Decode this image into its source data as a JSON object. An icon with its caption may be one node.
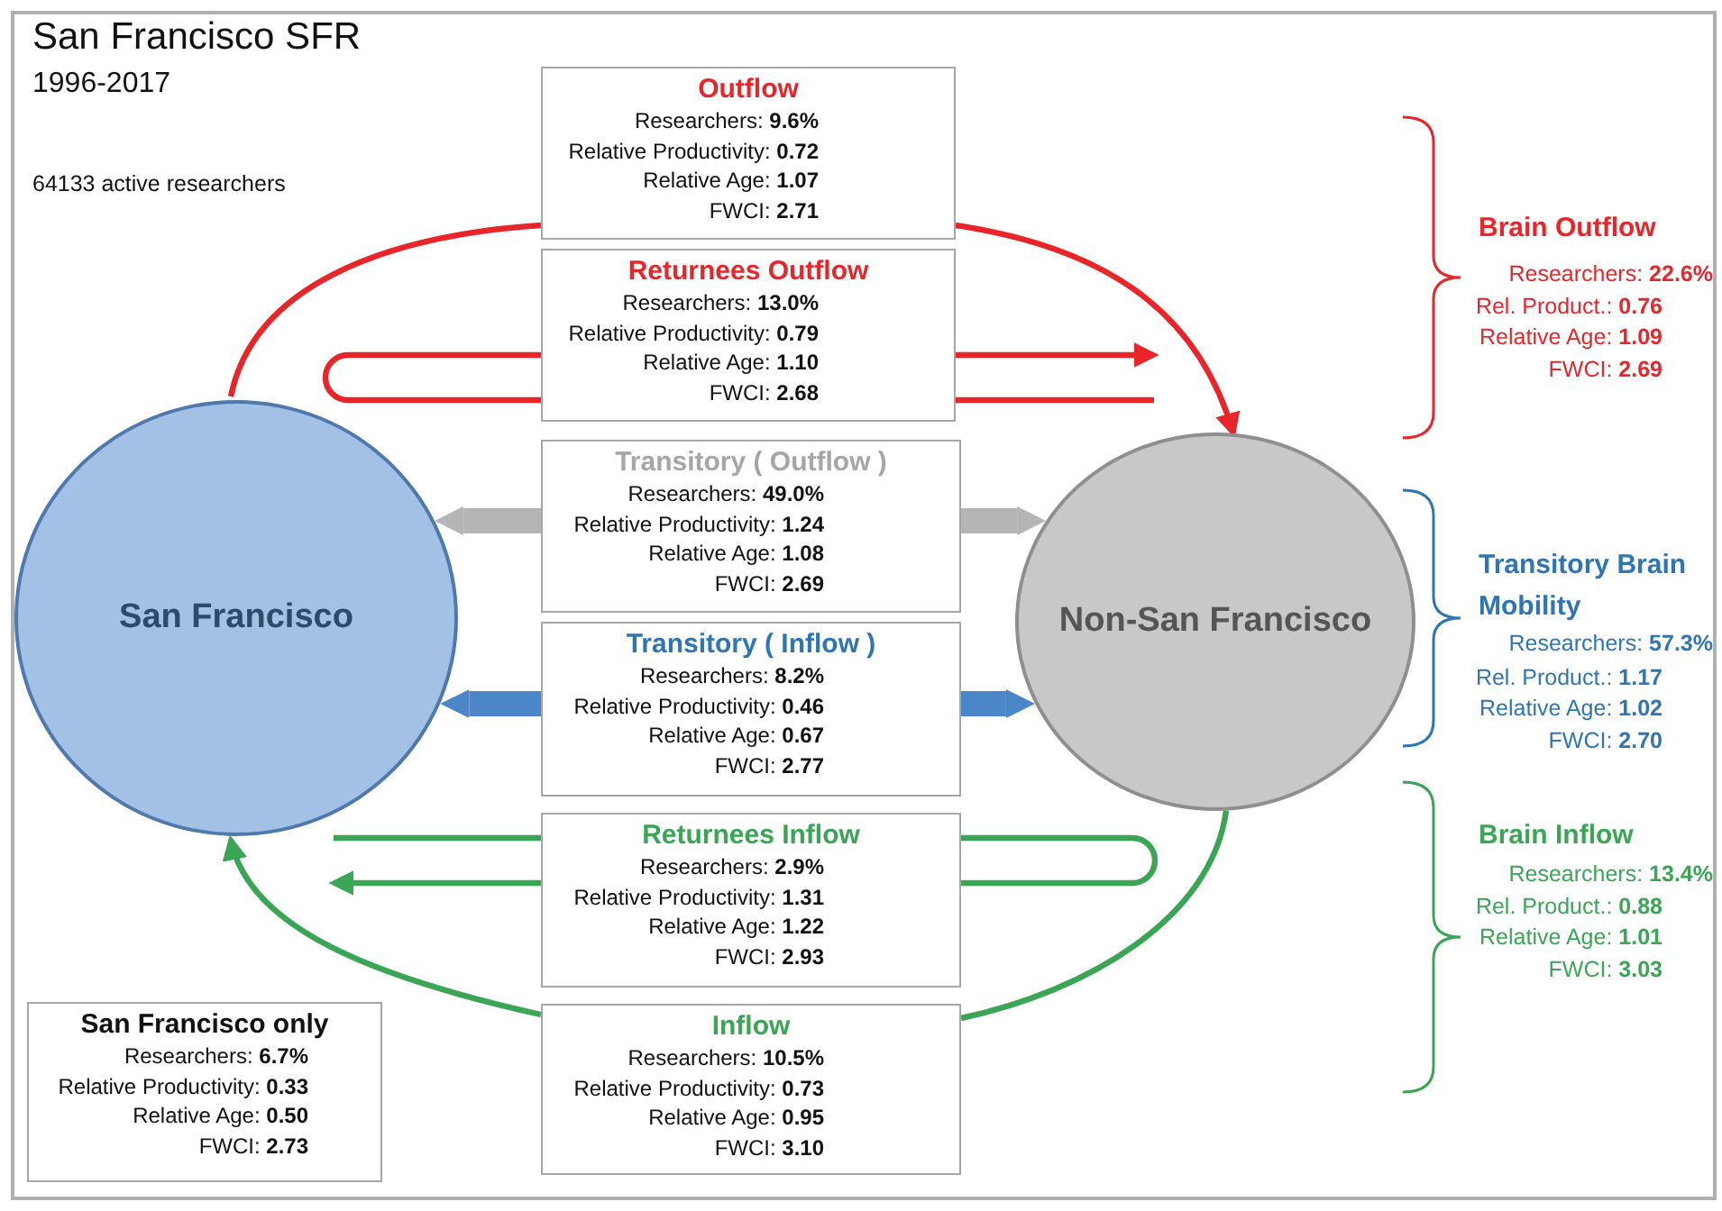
{
  "diagram": {
    "title": "San Francisco SFR",
    "nodes": [
      {
        "text": [
          "San Francisco"
        ]
      },
      {
        "text": [
          "Non-San Francisco"
        ]
      },
      {
        "text": [
          "Outflow",
          "Researchers: **9.6%**",
          "Relative Productivity: **0.72**",
          "Relative Age: **1.07**",
          "FWCI: **2.71**"
        ]
      },
      {
        "text": [
          "Returnees Outflow",
          "Researchers: **13.0%**",
          "Relative Productivity: **0.79**",
          "Relative Age: **1.10**",
          "FWCI: **2.68**"
        ]
      },
      {
        "text": [
          "Transitory ( Outflow )",
          "Researchers: **49.0%**",
          "Relative Productivity: **1.24**",
          "Relative Age: **1.08**",
          "FWCI: **2.69**"
        ]
      },
      {
        "text": [
          "Transitory ( Inflow )",
          "Researchers: **8.2%**",
          "Relative Productivity: **0.46**",
          "Relative Age: **0.67**",
          "FWCI: **2.77**"
        ]
      },
      {
        "text": [
          "Returnees Inflow",
          "Researchers: **2.9%**",
          "Relative Productivity: **1.31**",
          "Relative Age: **1.22**",
          "FWCI: **2.93**"
        ]
      },
      {
        "text": [
          "Inflow",
          "Researchers: **10.5%**",
          "Relative Productivity: **0.73**",
          "Relative Age: **0.95**",
          "FWCI: **3.10**"
        ]
      },
      {
        "text": [
          "San Francisco only",
          "Researchers: **6.7%**",
          "Relative Productivity: **0.33**",
          "Relative Age: **0.50**",
          "FWCI: **2.73**"
        ]
      }
    ],
    "edges": [
      {
        "from": 0,
        "to": 2,
        "arrow": "none",
        "color": "#e8262a"
      },
      {
        "from": 2,
        "to": 1,
        "arrow": "to",
        "color": "#e8262a"
      },
      {
        "from": 3,
        "to": 3,
        "arrow": "none",
        "color": "#e8262a"
      },
      {
        "from": 3,
        "to": null,
        "arrow": "to",
        "color": "#e8262a"
      },
      {
        "from": 3,
        "to": null,
        "arrow": "none",
        "color": "#e8262a"
      },
      {
        "from": 4,
        "to": 0,
        "arrow": "to",
        "style": "thick",
        "color": "#b5b5b5"
      },
      {
        "from": 4,
        "to": 1,
        "arrow": "to",
        "style": "thick",
        "color": "#b5b5b5"
      },
      {
        "from": 5,
        "to": 0,
        "arrow": "to",
        "style": "thick",
        "color": "#4a86c8"
      },
      {
        "from": 5,
        "to": 1,
        "arrow": "to",
        "style": "thick",
        "color": "#4a86c8"
      },
      {
        "from": 6,
        "to": 0,
        "arrow": "none",
        "color": "#3aa655"
      },
      {
        "from": 6,
        "to": 0,
        "arrow": "to",
        "color": "#3aa655"
      },
      {
        "from": 6,
        "to": 6,
        "arrow": "none",
        "color": "#3aa655"
      },
      {
        "from": 1,
        "to": 7,
        "arrow": "none",
        "color": "#3aa655"
      },
      {
        "from": 7,
        "to": 0,
        "arrow": "to",
        "color": "#3aa655"
      }
    ],
    "labels": [
      "1996-2017",
      "64133 active researchers",
      "Brain Outflow",
      "Researchers: **22.6%**",
      "Rel. Product.: **0.76**",
      "Relative Age: **1.09**",
      "FWCI: **2.69**",
      "Transitory Brain Mobility",
      "Researchers: **57.3%**",
      "Rel. Product.: **1.17**",
      "Relative Age: **1.02**",
      "FWCI: **2.70**",
      "Brain Inflow",
      "Researchers: **13.4%**",
      "Rel. Product.: **0.88**",
      "Relative Age: **1.01**",
      "FWCI: **3.03**"
    ]
  }
}
